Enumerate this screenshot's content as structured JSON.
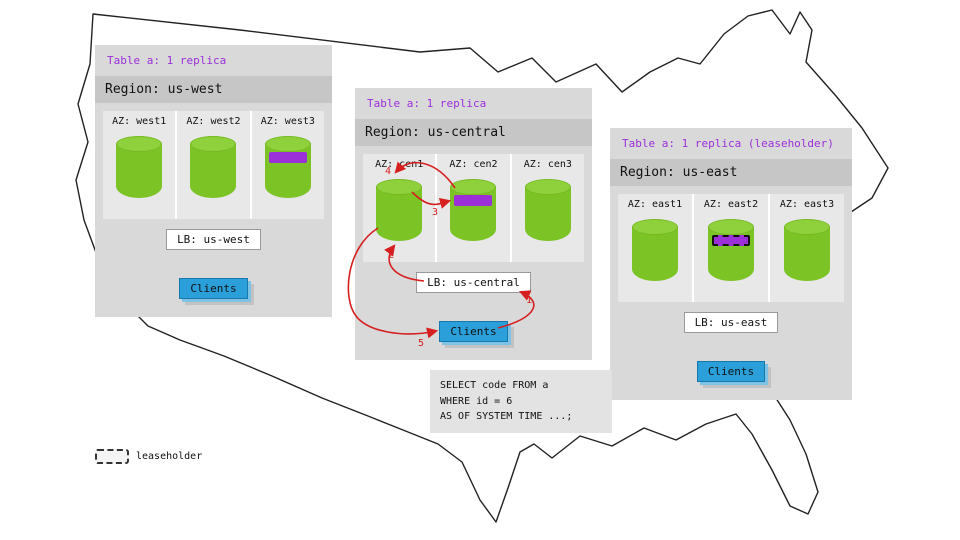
{
  "colors": {
    "panel_bg": "#d9d9d9",
    "region_band": "#c6c6c6",
    "az_bg": "#e8e8e8",
    "cylinder_green": "#7cc325",
    "replica_purple": "#9b30d9",
    "clients_blue": "#2b9fd9",
    "arrow_red": "#d61f1f"
  },
  "panels": [
    {
      "id": "us-west",
      "table_label": "Table a: 1 replica",
      "region_label": "Region: us-west",
      "azs": [
        {
          "label": "AZ: west1",
          "replica": false,
          "leaseholder": false
        },
        {
          "label": "AZ: west2",
          "replica": false,
          "leaseholder": false
        },
        {
          "label": "AZ: west3",
          "replica": true,
          "leaseholder": false
        }
      ],
      "lb_label": "LB: us-west",
      "clients_label": "Clients"
    },
    {
      "id": "us-central",
      "table_label": "Table a: 1 replica",
      "region_label": "Region: us-central",
      "azs": [
        {
          "label": "AZ: cen1",
          "replica": false,
          "leaseholder": false
        },
        {
          "label": "AZ: cen2",
          "replica": true,
          "leaseholder": false
        },
        {
          "label": "AZ: cen3",
          "replica": false,
          "leaseholder": false
        }
      ],
      "lb_label": "LB: us-central",
      "clients_label": "Clients"
    },
    {
      "id": "us-east",
      "table_label": "Table a: 1 replica (leaseholder)",
      "region_label": "Region: us-east",
      "azs": [
        {
          "label": "AZ: east1",
          "replica": false,
          "leaseholder": false
        },
        {
          "label": "AZ: east2",
          "replica": true,
          "leaseholder": true
        },
        {
          "label": "AZ: east3",
          "replica": false,
          "leaseholder": false
        }
      ],
      "lb_label": "LB: us-east",
      "clients_label": "Clients"
    }
  ],
  "sql_box": {
    "lines": [
      "SELECT code FROM a",
      "WHERE id = 6",
      "AS OF SYSTEM TIME ...;"
    ]
  },
  "flow_steps": [
    "1",
    "2",
    "3",
    "4",
    "5"
  ],
  "legend": {
    "label": "leaseholder"
  }
}
